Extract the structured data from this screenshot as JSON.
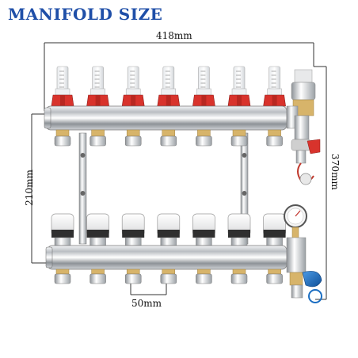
{
  "title": "MANIFOLD SIZE",
  "dimensions": {
    "width": "418mm",
    "height_total": "370mm",
    "height_between_bars": "210mm",
    "outlet_spacing": "50mm"
  },
  "product": {
    "outlet_count": 7,
    "top_bar": "flowmeter supply manifold with red valves",
    "bottom_bar": "return manifold with white actuator caps",
    "accessories": [
      "air-vent-valve",
      "drain-valve-red",
      "pressure-gauge",
      "drain-valve-blue"
    ]
  },
  "colors": {
    "title": "#1f4fa8",
    "valve_red": "#d8332c",
    "drain_blue": "#1b6ec2",
    "chrome": "#c9ccd0",
    "dimension_line": "#333333"
  }
}
